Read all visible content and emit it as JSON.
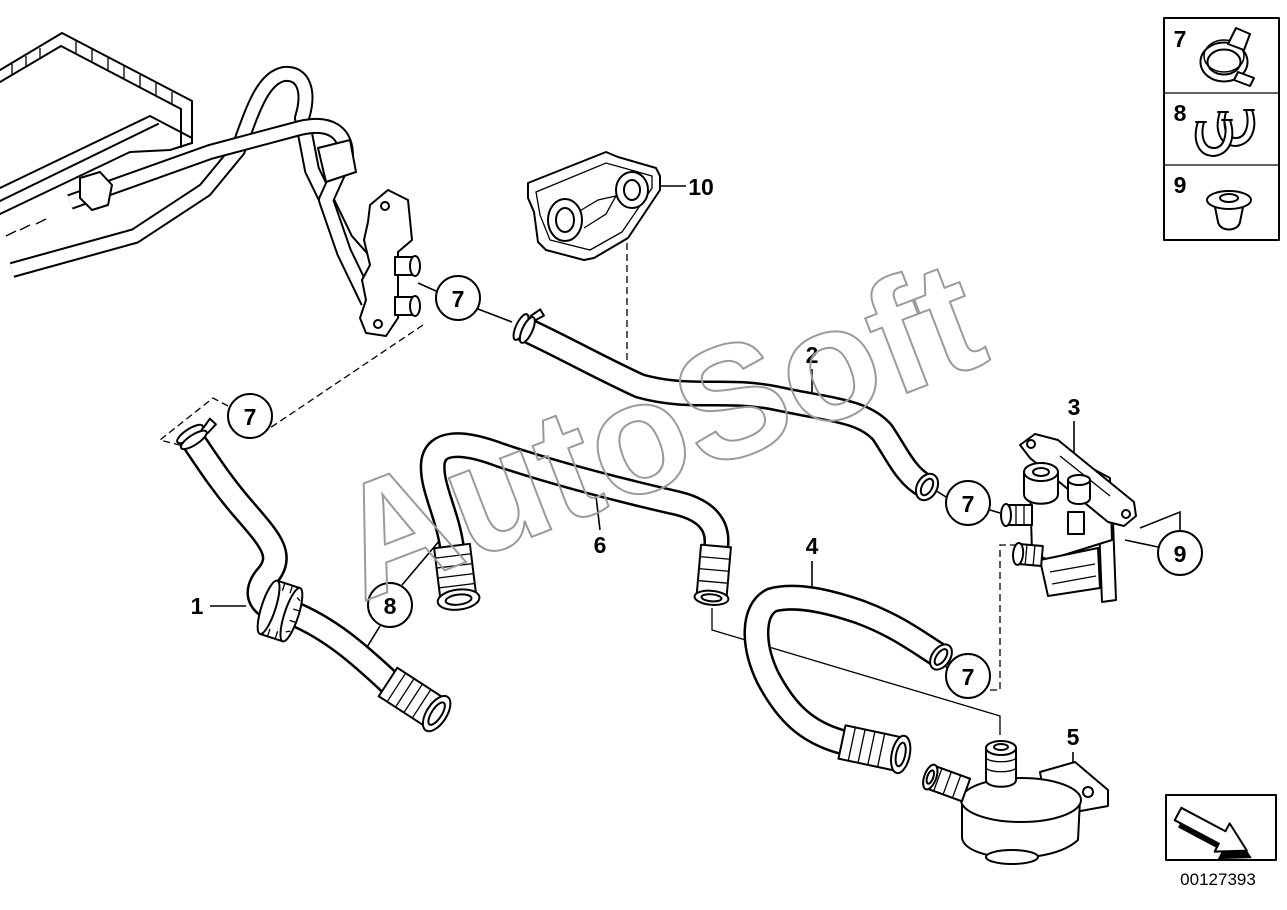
{
  "watermark": "AutoSoft",
  "part_number": "00127393",
  "callouts": [
    {
      "label": "7"
    },
    {
      "label": "7"
    },
    {
      "label": "7"
    },
    {
      "label": "7"
    },
    {
      "label": "8"
    },
    {
      "label": "9"
    }
  ],
  "part_labels": {
    "p1": "1",
    "p2": "2",
    "p3": "3",
    "p4": "4",
    "p5": "5",
    "p6": "6",
    "p10": "10"
  },
  "legend": [
    {
      "label": "7",
      "icon": "hose-clamp-icon"
    },
    {
      "label": "8",
      "icon": "clip-icon"
    },
    {
      "label": "9",
      "icon": "grommet-icon"
    }
  ],
  "view_icon": "direction-arrow-icon"
}
